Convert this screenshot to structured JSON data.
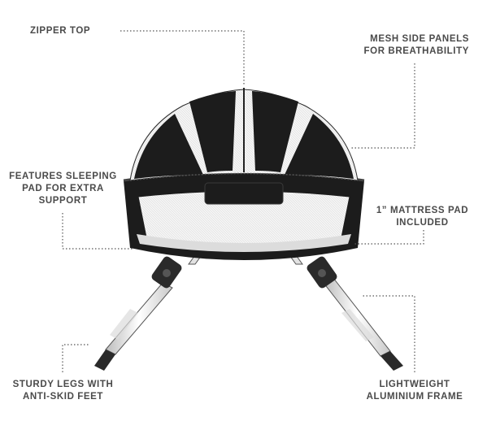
{
  "features": {
    "zipper_top": "ZIPPER TOP",
    "mesh_panels": "MESH SIDE PANELS\nFOR BREATHABILITY",
    "sleeping_pad": "FEATURES SLEEPING\nPAD FOR EXTRA\nSUPPORT",
    "mattress_pad": "1” MATTRESS PAD\nINCLUDED",
    "sturdy_legs": "STURDY LEGS WITH\nANTI-SKID FEET",
    "frame": "LIGHTWEIGHT\nALUMINIUM FRAME"
  },
  "colors": {
    "text": "#4a4a4a",
    "fabric": "#1c1c1c",
    "mesh": "#eeeeee",
    "frame": "#f2f2f2",
    "leader_line": "#555555"
  }
}
